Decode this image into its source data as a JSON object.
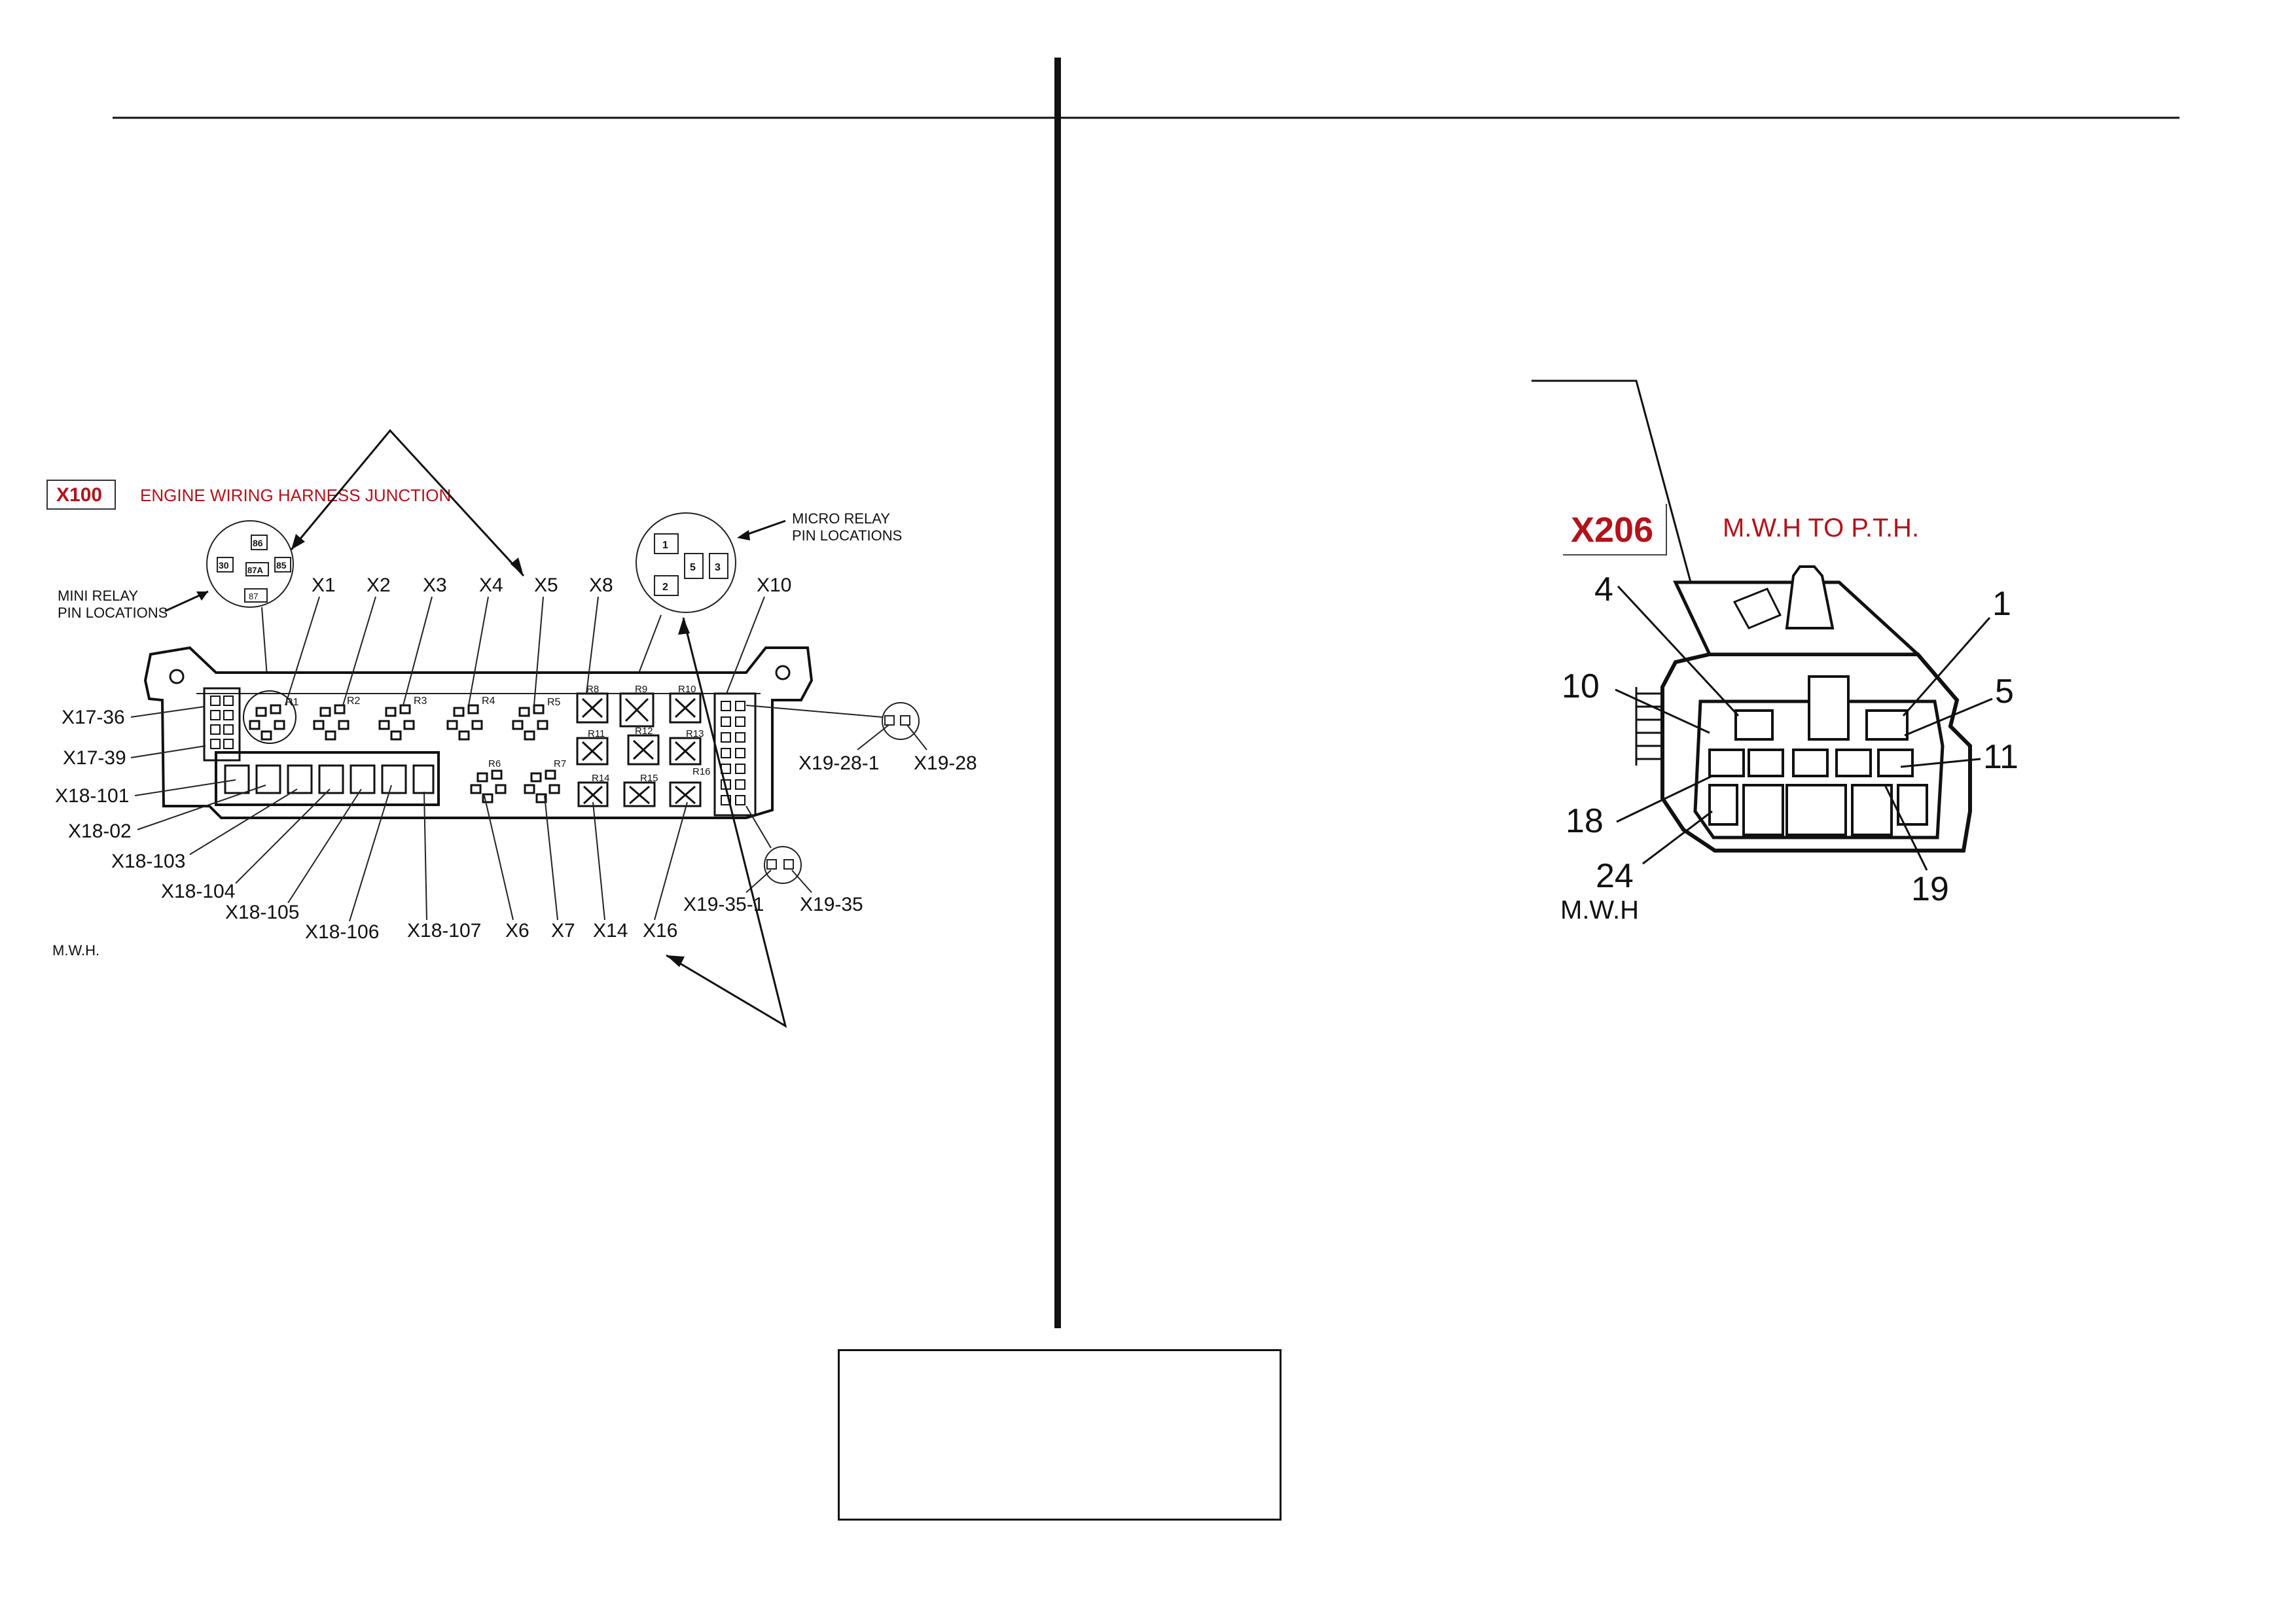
{
  "left": {
    "code": "X100",
    "title": "ENGINE WIRING HARNESS JUNCTION",
    "mini_relay_label": [
      "MINI RELAY",
      "PIN LOCATIONS"
    ],
    "micro_relay_label": [
      "MICRO RELAY",
      "PIN LOCATIONS"
    ],
    "mini_relay_pins": [
      "86",
      "30",
      "87A",
      "85",
      "87"
    ],
    "micro_relay_pins": [
      "1",
      "5",
      "3",
      "2"
    ],
    "relays": [
      "R1",
      "R2",
      "R3",
      "R4",
      "R5",
      "R6",
      "R7",
      "R8",
      "R9",
      "R10",
      "R11",
      "R12",
      "R13",
      "R14",
      "R15",
      "R16"
    ],
    "top_connectors": [
      "X1",
      "X2",
      "X3",
      "X4",
      "X5",
      "X8",
      "X10"
    ],
    "left_connectors": [
      "X17-36",
      "X17-39",
      "X18-101",
      "X18-02",
      "X18-103",
      "X18-104",
      "X18-105",
      "X18-106"
    ],
    "bottom_connectors": [
      "X18-107",
      "X6",
      "X7",
      "X14",
      "X16"
    ],
    "right_connectors": [
      "X19-28-1",
      "X19-28",
      "X19-35-1",
      "X19-35"
    ],
    "footer": "M.W.H."
  },
  "right": {
    "code": "X206",
    "title": "M.W.H TO P.T.H.",
    "pin_numbers": [
      "4",
      "1",
      "10",
      "5",
      "11",
      "18",
      "24",
      "19"
    ],
    "footer": "M.W.H"
  },
  "colors": {
    "title_red": "#b0141c",
    "line": "#111111"
  }
}
